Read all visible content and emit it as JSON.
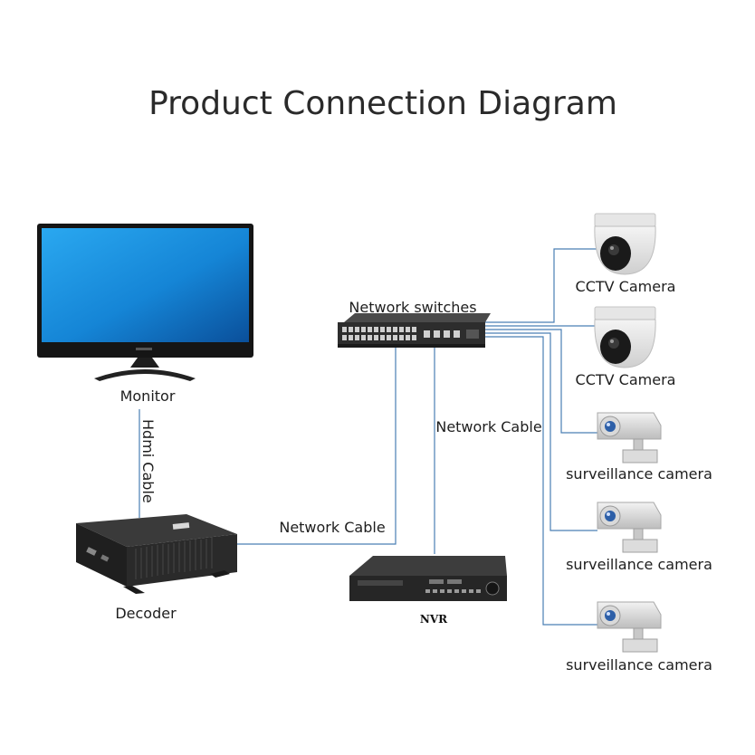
{
  "title": "Product Connection Diagram",
  "devices": {
    "monitor": "Monitor",
    "decoder": "Decoder",
    "network_switch": "Network switches",
    "nvr": "NVR",
    "cameras": [
      "CCTV Camera",
      "CCTV Camera",
      "surveillance camera",
      "surveillance camera",
      "surveillance camera"
    ]
  },
  "cables": {
    "hdmi": "Hdmi Cable",
    "decoder_to_switch": "Network Cable",
    "switch_to_nvr": "Network Cable"
  },
  "colors": {
    "wire": "#4a7fb5",
    "screen": "#1e90e0",
    "device_body": "#2b2b2b"
  }
}
